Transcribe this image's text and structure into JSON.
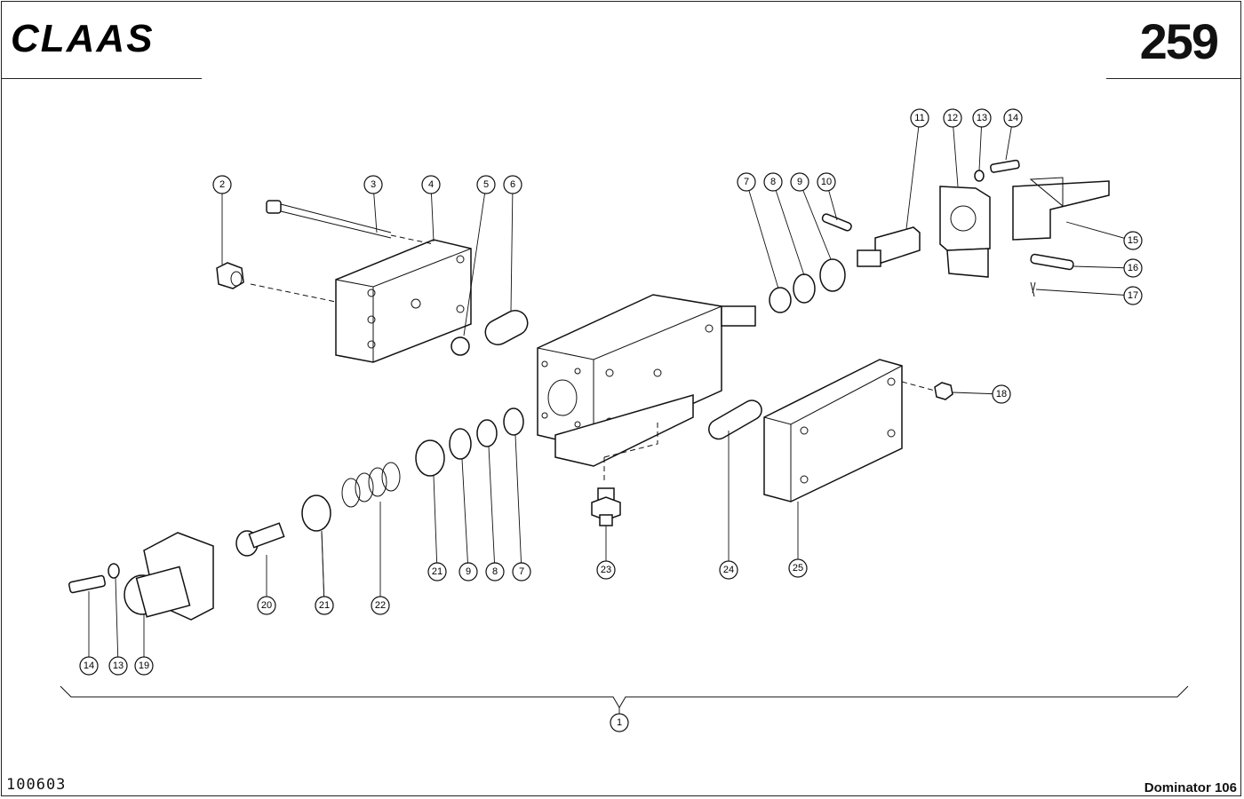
{
  "header": {
    "brand": "CLAAS",
    "page_number": "259"
  },
  "footer": {
    "doc_number": "100603",
    "model": "Dominator 106"
  },
  "callouts": [
    "1",
    "2",
    "3",
    "4",
    "5",
    "6",
    "7",
    "8",
    "9",
    "10",
    "11",
    "12",
    "13",
    "14",
    "15",
    "16",
    "17",
    "18",
    "19",
    "20",
    "21",
    "22",
    "23",
    "24",
    "25",
    "9",
    "8",
    "7",
    "21",
    "21",
    "14",
    "13"
  ]
}
